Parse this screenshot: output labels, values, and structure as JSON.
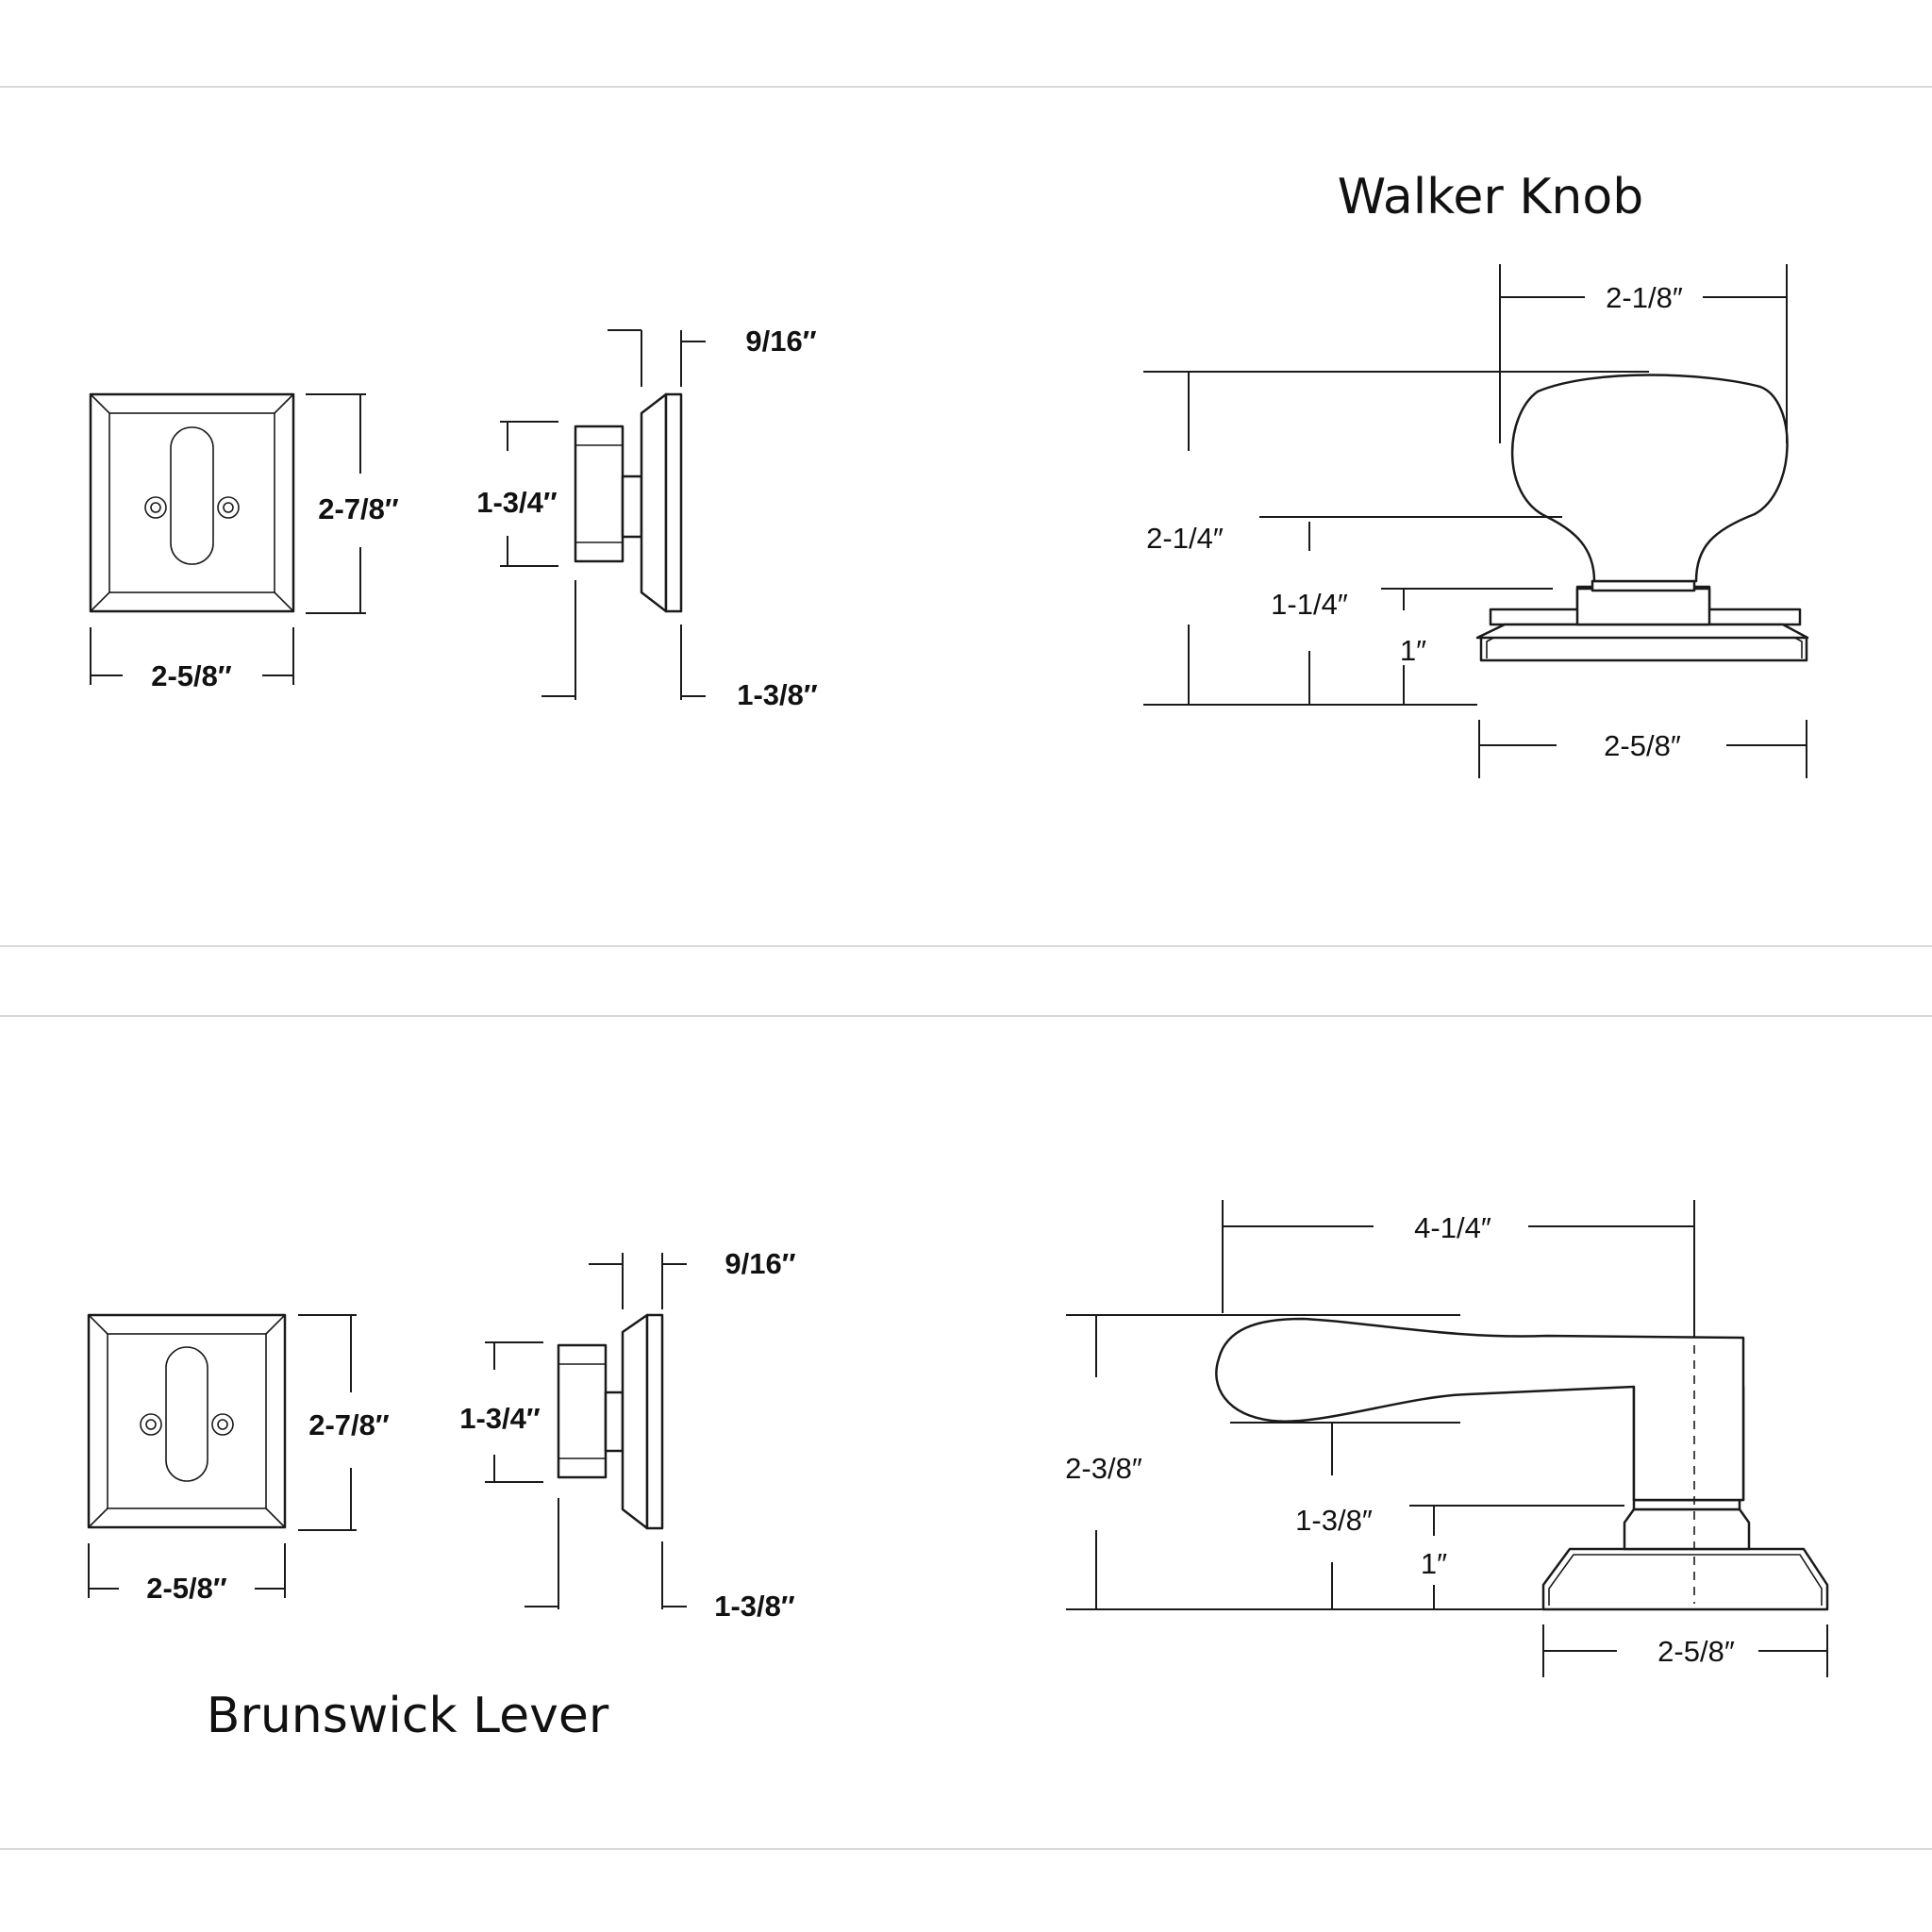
{
  "products": [
    {
      "title": "Walker Knob",
      "rose_front": {
        "width": "2-5/8″",
        "height": "2-7/8″"
      },
      "rose_side": {
        "thickness": "9/16″",
        "cylinder": "1-3/4″",
        "projection": "1-3/8″"
      },
      "knob_side": {
        "knob_diameter": "2-1/8″",
        "overall_height": "2-1/4″",
        "neck_height": "1-1/4″",
        "base_height": "1″",
        "base_width": "2-5/8″"
      }
    },
    {
      "title": "Brunswick Lever",
      "rose_front": {
        "width": "2-5/8″",
        "height": "2-7/8″"
      },
      "rose_side": {
        "thickness": "9/16″",
        "cylinder": "1-3/4″",
        "projection": "1-3/8″"
      },
      "lever_side": {
        "lever_length": "4-1/4″",
        "overall_height": "2-3/8″",
        "neck_height": "1-3/8″",
        "base_height": "1″",
        "base_width": "2-5/8″"
      }
    }
  ]
}
